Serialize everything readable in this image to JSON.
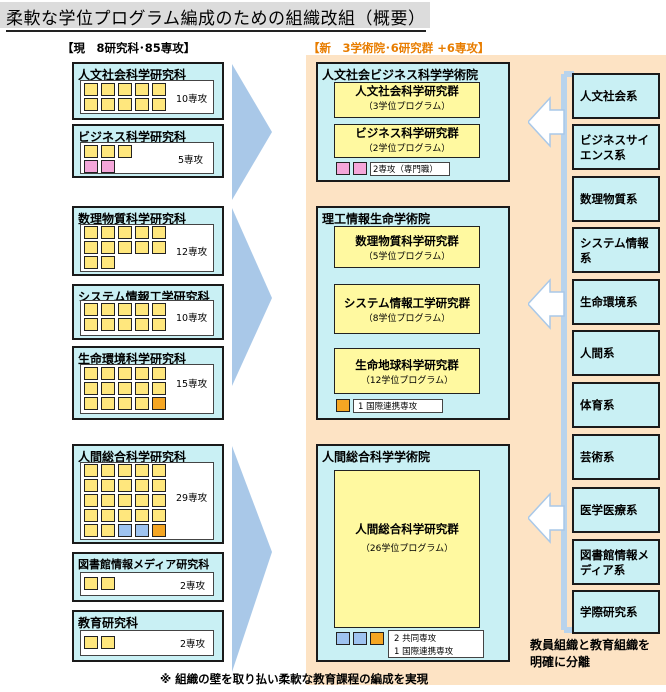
{
  "title": "柔軟な学位プログラム編成のための組織改組（概要）",
  "current_header": "【現　8研究科･85専攻】",
  "new_header": "【新　3学術院･6研究群 +6専攻】",
  "current": [
    {
      "name": "人文社会科学研究科",
      "count": "10専攻"
    },
    {
      "name": "ビジネス科学研究科",
      "count": "5専攻"
    },
    {
      "name": "数理物質科学研究科",
      "count": "12専攻"
    },
    {
      "name": "システム情報工学研究科",
      "count": "10専攻"
    },
    {
      "name": "生命環境科学研究科",
      "count": "15専攻"
    },
    {
      "name": "人間総合科学研究科",
      "count": "29専攻"
    },
    {
      "name": "図書館情報メディア研究科",
      "count": "2専攻"
    },
    {
      "name": "教育研究科",
      "count": "2専攻"
    }
  ],
  "new": [
    {
      "name": "人文社会ビジネス科学学術院",
      "groups": [
        {
          "name": "人文社会科学研究群",
          "programs": "（3学位プログラム）"
        },
        {
          "name": "ビジネス科学研究群",
          "programs": "（2学位プログラム）"
        }
      ],
      "note": "2専攻（専門職）"
    },
    {
      "name": "理工情報生命学術院",
      "groups": [
        {
          "name": "数理物質科学研究群",
          "programs": "（5学位プログラム）"
        },
        {
          "name": "システム情報工学研究群",
          "programs": "（8学位プログラム）"
        },
        {
          "name": "生命地球科学研究群",
          "programs": "（12学位プログラム）"
        }
      ],
      "note": "1 国際連携専攻"
    },
    {
      "name": "人間総合科学学術院",
      "groups": [
        {
          "name": "人間総合科学研究群",
          "programs": "（26学位プログラム）"
        }
      ],
      "note_line1": "2 共同専攻",
      "note_line2": "1 国際連携専攻"
    }
  ],
  "faculty": [
    "人文社会系",
    "ビジネスサイエンス系",
    "数理物質系",
    "システム情報系",
    "生命環境系",
    "人間系",
    "体育系",
    "芸術系",
    "医学医療系",
    "図書館情報メディア系",
    "学際研究系"
  ],
  "separation_label": "教員組織と教育組織を明確に分離",
  "conclusion": "※ 組織の壁を取り払い柔軟な教育課程の編成を実現",
  "colors": {
    "box": "#c9f0f4",
    "program": "#fff9a0",
    "unit": "#ffe77d",
    "professional": "#f4a6d9",
    "international": "#f5a623",
    "joint": "#9ec3f0",
    "panel": "#fde3c4",
    "arrow": "#a9c8e8"
  }
}
